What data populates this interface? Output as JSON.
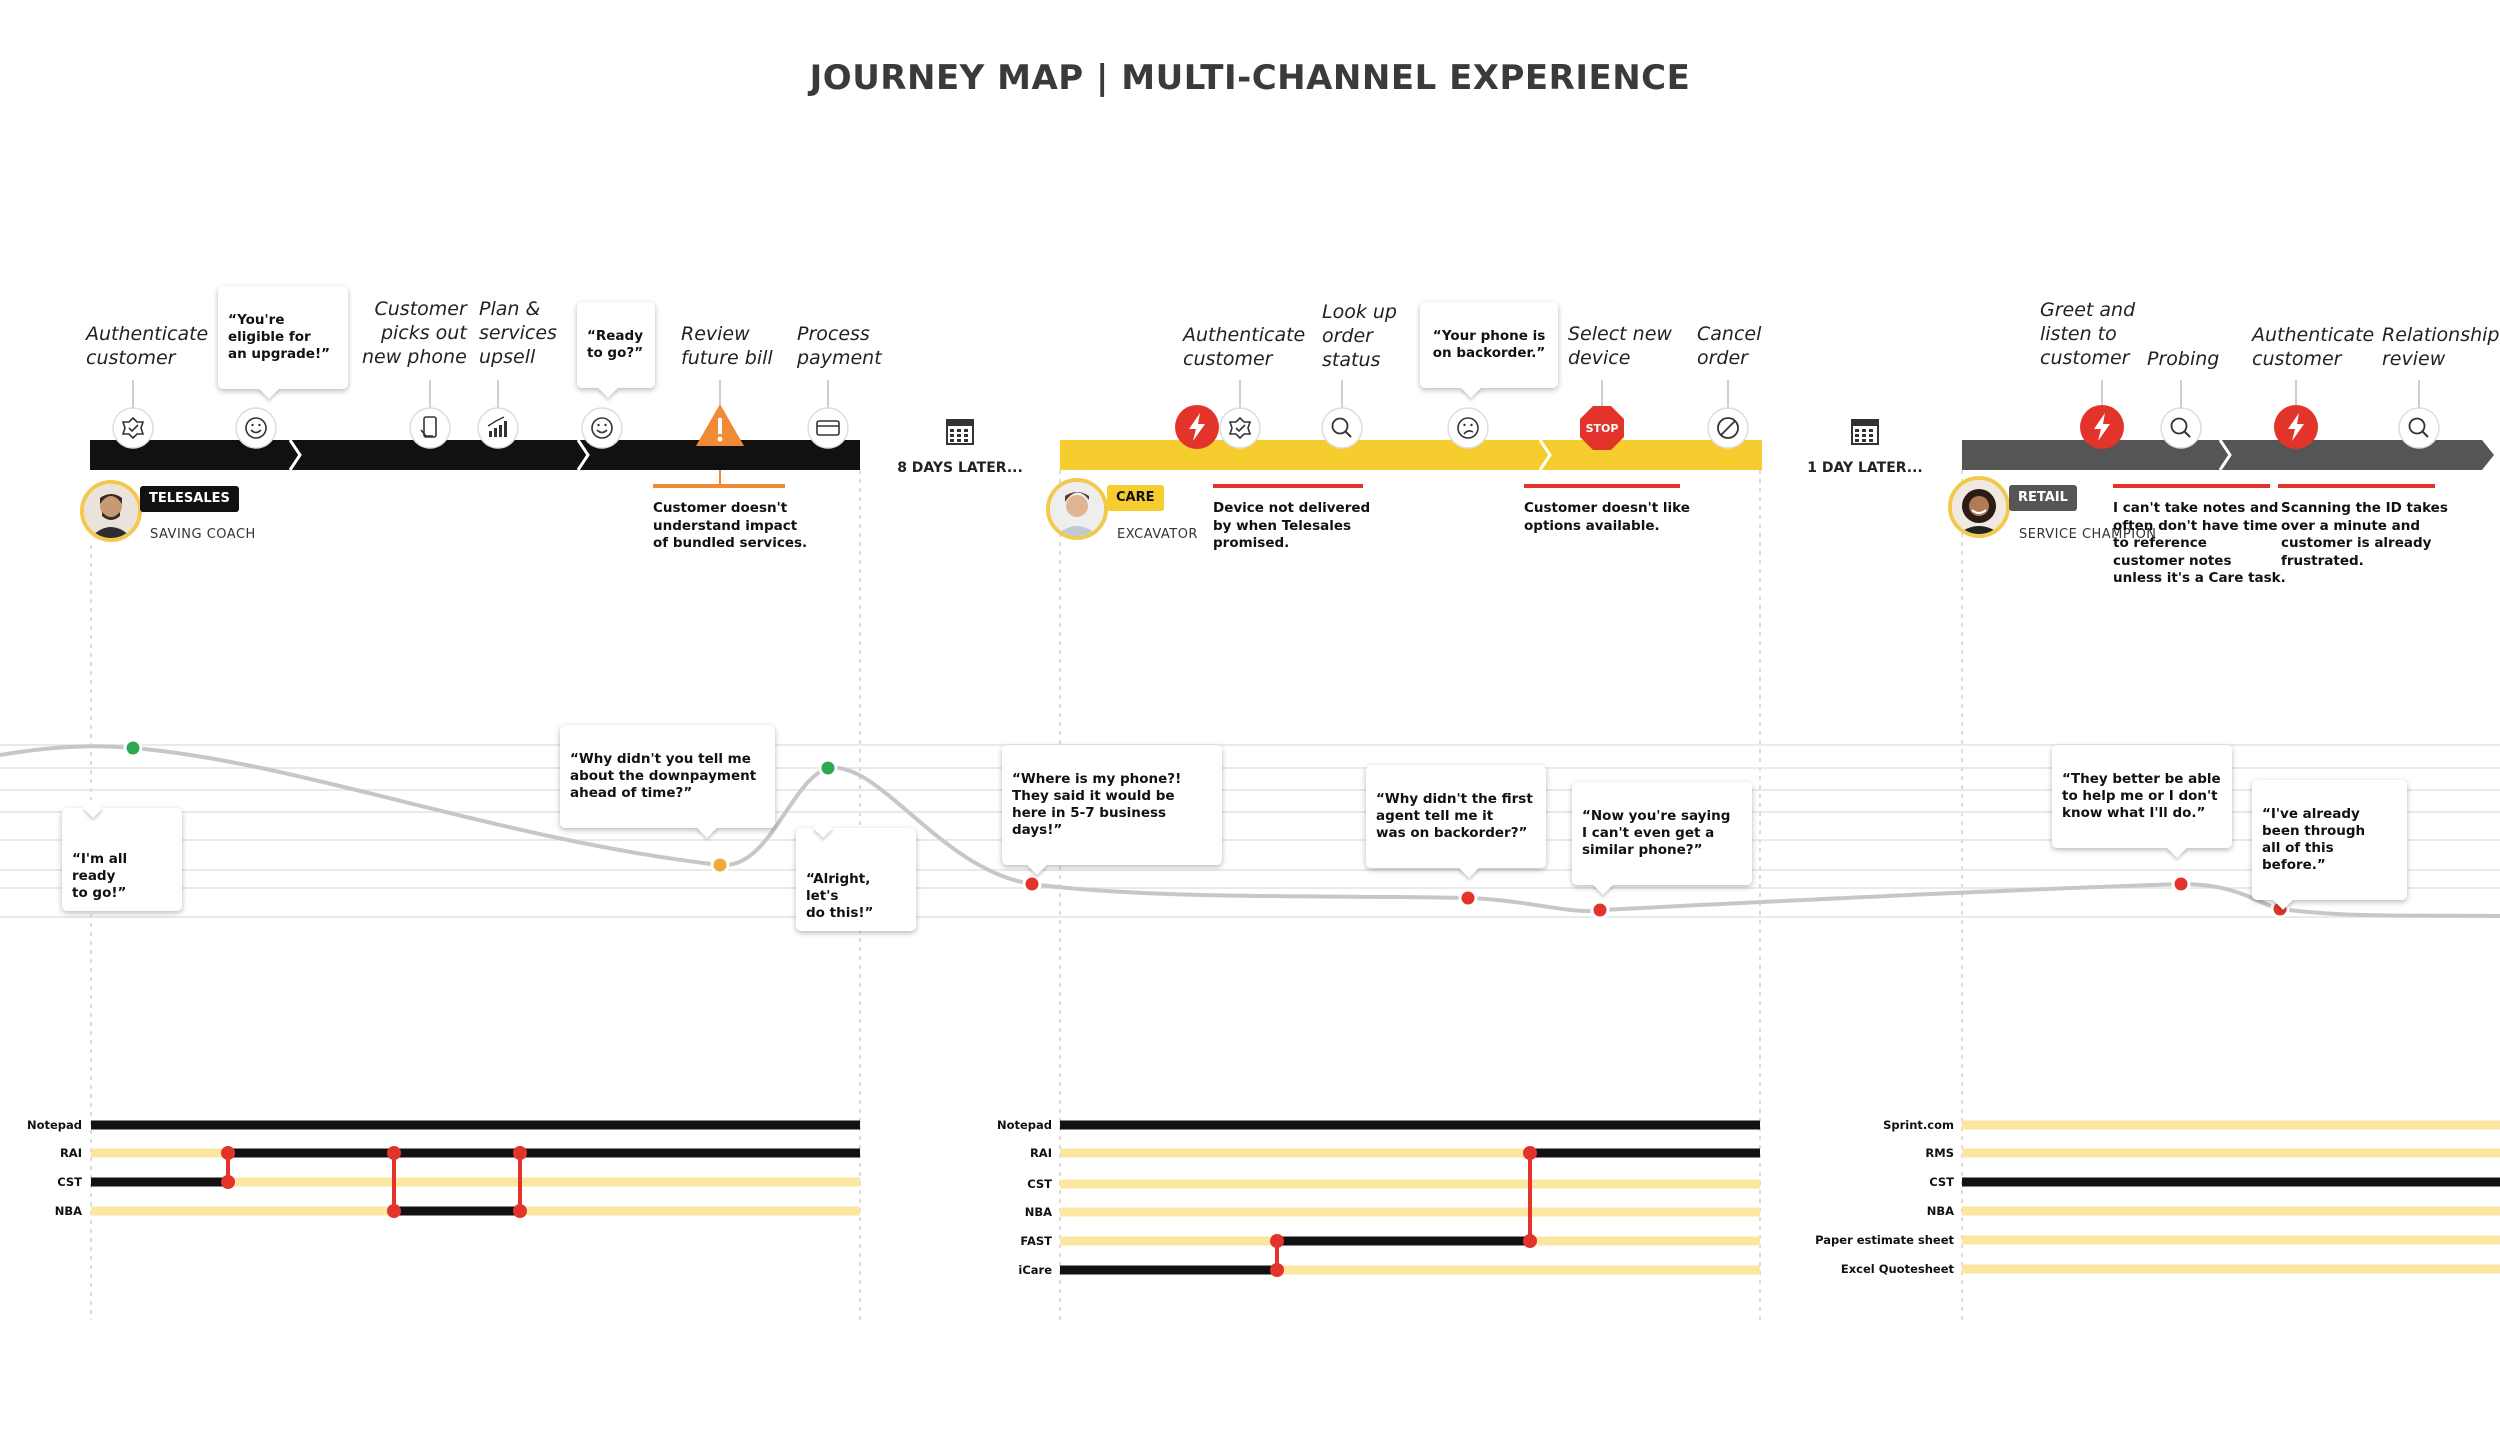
{
  "title": "JOURNEY MAP | MULTI-CHANNEL EXPERIENCE",
  "colors": {
    "telesales": "#111111",
    "care": "#f5cd2e",
    "retail": "#555555",
    "pain": "#e2342b",
    "warning": "#f08a35",
    "positive": "#2fa84f",
    "neutral": "#f2a93b",
    "tool_inactive": "#fbe7a1",
    "tool_active": "#111111",
    "connector": "#e2342b"
  },
  "gaps": [
    "8 DAYS LATER...",
    "1 DAY LATER..."
  ],
  "telesales": {
    "name": "TELESALES",
    "role": "SAVING COACH",
    "steps": [
      "Authenticate\ncustomer",
      "Customer\npicks out\nnew phone",
      "Plan &\nservices\nupsell",
      "Review\nfuture bill",
      "Process\npayment"
    ],
    "bubbles": [
      "“You're\neligible for\nan upgrade!”",
      "“Ready\nto go?”"
    ],
    "icons": [
      "badge-check-icon",
      "smile-icon",
      "phone-hand-icon",
      "bar-chart-icon",
      "smile-icon",
      "warning-icon",
      "credit-card-icon"
    ],
    "pain_points": [
      "Customer doesn't\nunderstand impact\nof bundled services."
    ]
  },
  "care": {
    "name": "CARE",
    "role": "EXCAVATOR",
    "steps": [
      "Authenticate\ncustomer",
      "Look up\norder\nstatus",
      "Select new\ndevice",
      "Cancel\norder"
    ],
    "bubbles": [
      "“Your phone is\non backorder.”"
    ],
    "icons": [
      "lightning-icon",
      "badge-check-icon",
      "search-icon",
      "frown-icon",
      "stop-icon",
      "cancel-icon"
    ],
    "pain_points": [
      "Device not delivered\nby when Telesales\npromised.",
      "Customer doesn't like\noptions available."
    ]
  },
  "retail": {
    "name": "RETAIL",
    "role": "SERVICE\nCHAMPION",
    "steps": [
      "Greet and\nlisten to\ncustomer",
      "Probing",
      "Authenticate\ncustomer",
      "Relationship\nreview"
    ],
    "icons": [
      "lightning-icon",
      "search-icon",
      "lightning-icon",
      "search-icon"
    ],
    "pain_points": [
      "I can't take notes and\noften don't have time\nto reference\ncustomer notes\nunless it's a Care task.",
      "Scanning the ID takes\nover a minute and\ncustomer is already\nfrustrated."
    ]
  },
  "emotion_quotes": [
    "“I'm all ready\nto go!”",
    "“Why didn't you tell me\nabout the downpayment\nahead of time?”",
    "“Alright, let's\ndo this!”",
    "“Where is my phone?!\nThey said it would be\nhere in 5-7 business days!”",
    "“Why didn't the first\nagent tell me it\nwas on backorder?”",
    "“Now you're saying\nI can't even get a\nsimilar phone?”",
    "“They better be able\nto help me or I don't\nknow what I'll do.”",
    "“I've already\nbeen through\nall of this before.”"
  ],
  "tools": {
    "telesales": [
      "Notepad",
      "RAI",
      "CST",
      "NBA"
    ],
    "care": [
      "Notepad",
      "RAI",
      "CST",
      "NBA",
      "FAST",
      "iCare"
    ],
    "retail": [
      "Sprint.com",
      "RMS",
      "CST",
      "NBA",
      "Paper estimate sheet",
      "Excel Quotesheet"
    ]
  }
}
